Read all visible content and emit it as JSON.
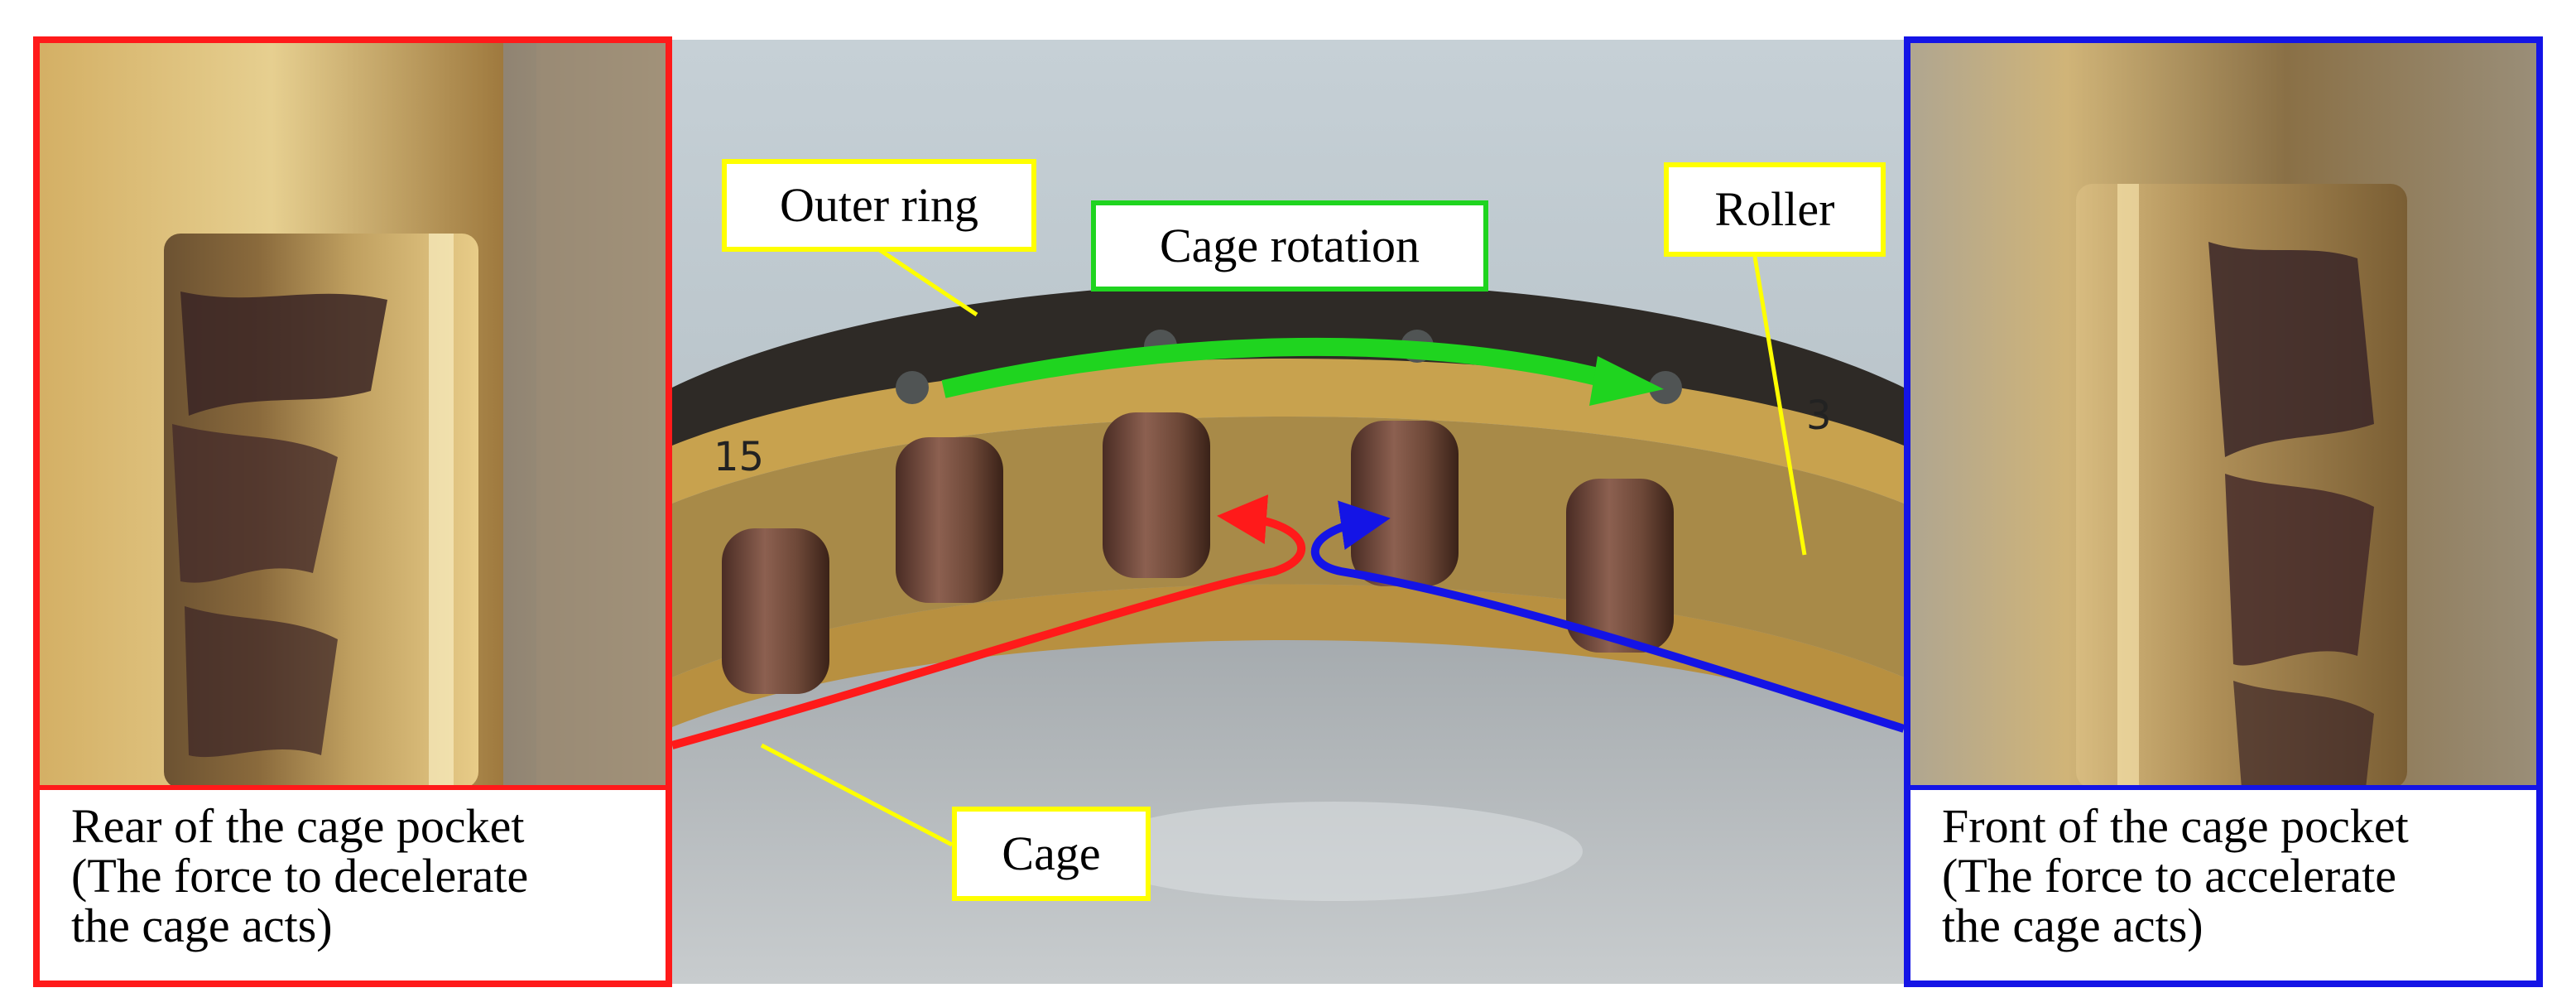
{
  "left_panel": {
    "caption_lines": [
      "Rear of  the cage pocket",
      "(The force to decelerate",
      "the cage acts)"
    ]
  },
  "right_panel": {
    "caption_lines": [
      "Front of the cage pocket",
      "(The force to accelerate",
      "the cage acts)"
    ]
  },
  "center": {
    "labels": {
      "outer_ring": "Outer ring",
      "cage_rotation": "Cage rotation",
      "roller": "Roller",
      "cage": "Cage"
    },
    "cage_numbers": [
      "15",
      "3"
    ]
  },
  "colors": {
    "rear_accent": "#ff1a1a",
    "front_accent": "#1414e6",
    "label_border": "#ffff00",
    "rotation_arrow": "#1fd41f"
  }
}
